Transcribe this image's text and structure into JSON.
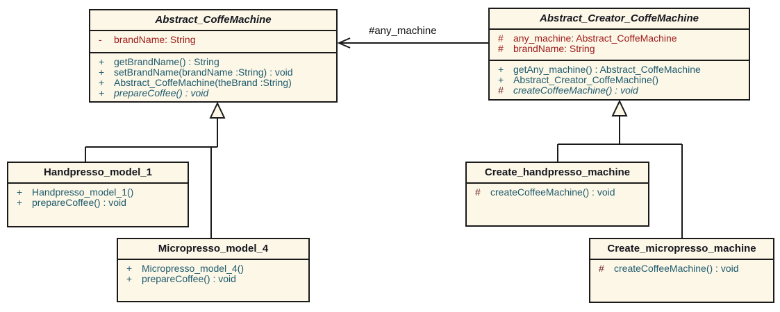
{
  "palette": {
    "canvas-bg": "#ffffff",
    "box-fill": "#FCF7E6",
    "line": "#1a1a1a",
    "title-color": "#17171f",
    "attr-color": "#9D1A1A",
    "op-color": "#1E5A6E",
    "op-protected-marker": "#6B2020",
    "label-color": "#111111"
  },
  "classes": [
    {
      "name": "Abstract_CoffeMachine",
      "abstract": true,
      "attributes": [
        {
          "vis": "-",
          "text": "brandName: String"
        }
      ],
      "operations": [
        {
          "vis": "+",
          "text": "getBrandName() : String"
        },
        {
          "vis": "+",
          "text": "setBrandName(brandName :String) : void"
        },
        {
          "vis": "+",
          "text": "Abstract_CoffeMachine(theBrand :String)"
        },
        {
          "vis": "+",
          "text": "prepareCoffee() : void",
          "abstract": true
        }
      ]
    },
    {
      "name": "Abstract_Creator_CoffeMachine",
      "abstract": true,
      "attributes": [
        {
          "vis": "#",
          "text": "any_machine: Abstract_CoffeMachine"
        },
        {
          "vis": "#",
          "text": "brandName: String"
        }
      ],
      "operations": [
        {
          "vis": "+",
          "text": "getAny_machine() : Abstract_CoffeMachine"
        },
        {
          "vis": "+",
          "text": "Abstract_Creator_CoffeMachine()"
        },
        {
          "vis": "#",
          "text": "createCoffeeMachine() : void",
          "abstract": true
        }
      ]
    },
    {
      "name": "Handpresso_model_1",
      "abstract": false,
      "attributes": [],
      "operations": [
        {
          "vis": "+",
          "text": "Handpresso_model_1()"
        },
        {
          "vis": "+",
          "text": "prepareCoffee() : void"
        }
      ]
    },
    {
      "name": "Micropresso_model_4",
      "abstract": false,
      "attributes": [],
      "operations": [
        {
          "vis": "+",
          "text": "Micropresso_model_4()"
        },
        {
          "vis": "+",
          "text": "prepareCoffee() : void"
        }
      ]
    },
    {
      "name": "Create_handpresso_machine",
      "abstract": false,
      "attributes": [],
      "operations": [
        {
          "vis": "#",
          "text": "createCoffeeMachine() : void"
        }
      ]
    },
    {
      "name": "Create_micropresso_machine",
      "abstract": false,
      "attributes": [],
      "operations": [
        {
          "vis": "#",
          "text": "createCoffeeMachine() : void"
        }
      ]
    }
  ],
  "relations": {
    "association": {
      "from": "Abstract_Creator_CoffeMachine",
      "to": "Abstract_CoffeMachine",
      "label": "#any_machine"
    },
    "generalizations": [
      {
        "from": "Handpresso_model_1",
        "to": "Abstract_CoffeMachine"
      },
      {
        "from": "Micropresso_model_4",
        "to": "Abstract_CoffeMachine"
      },
      {
        "from": "Create_handpresso_machine",
        "to": "Abstract_Creator_CoffeMachine"
      },
      {
        "from": "Create_micropresso_machine",
        "to": "Abstract_Creator_CoffeMachine"
      }
    ]
  }
}
